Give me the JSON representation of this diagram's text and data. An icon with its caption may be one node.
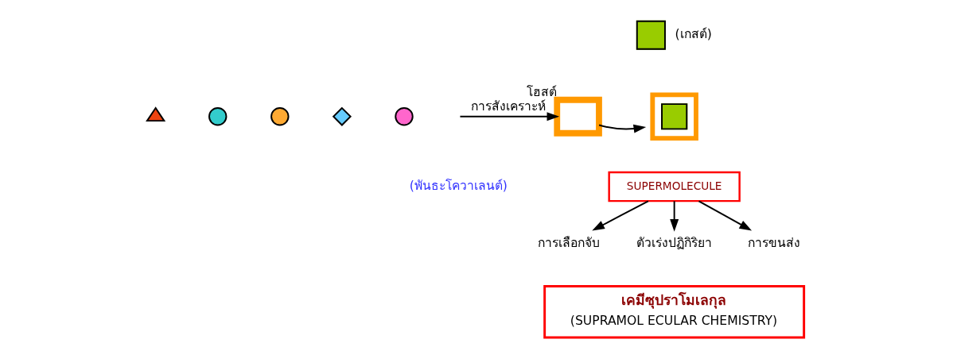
{
  "diagram": {
    "nodes": [
      {
        "text": [],
        "shape": "triangle"
      },
      {
        "text": [],
        "shape": "circle"
      },
      {
        "text": [],
        "shape": "circle"
      },
      {
        "text": [],
        "shape": "diamond"
      },
      {
        "text": [],
        "shape": "circle"
      },
      {
        "text": [
          "โฮสต์"
        ]
      },
      {
        "text": [
          "(เกสต์)"
        ]
      },
      {
        "text": [],
        "shape": "picture"
      },
      {
        "text": [
          "SUPERMOLECULE"
        ]
      },
      {
        "text": [
          "การเลือกจับ"
        ]
      },
      {
        "text": [
          "ตัวเร่งปฏิกิริยา"
        ]
      },
      {
        "text": [
          "การขนส่ง"
        ]
      },
      {
        "text": [
          "เคมีซุปราโมเลกุล",
          "(SUPRAMOL ECULAR CHEMISTRY)"
        ]
      }
    ],
    "edges": [
      {
        "from": null,
        "to": 5,
        "arrow": "to",
        "label": "การสังเคราะห์"
      },
      {
        "from": 5,
        "to": 7,
        "arrow": "to"
      },
      {
        "from": 8,
        "to": 9,
        "arrow": "to"
      },
      {
        "from": 8,
        "to": 10,
        "arrow": "to"
      },
      {
        "from": 8,
        "to": 11,
        "arrow": "to"
      }
    ],
    "labels": [
      "(พันธะโควาเลนต์)"
    ]
  }
}
